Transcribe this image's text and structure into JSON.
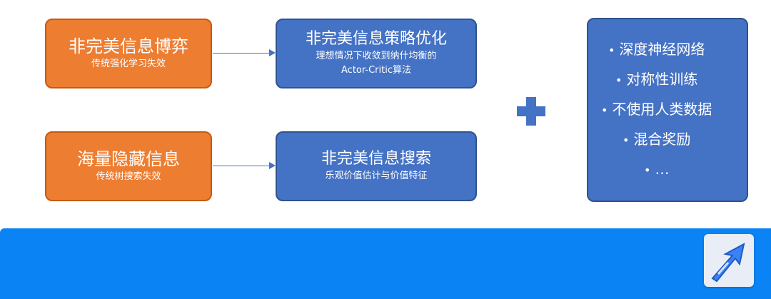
{
  "left_top": {
    "title": "非完美信息博弈",
    "subtitle": "传统强化学习失效"
  },
  "left_bottom": {
    "title": "海量隐藏信息",
    "subtitle": "传统树搜索失效"
  },
  "mid_top": {
    "title": "非完美信息策略优化",
    "line1": "理想情况下收敛到纳什均衡的",
    "line2": "Actor-Critic算法"
  },
  "mid_bottom": {
    "title": "非完美信息搜索",
    "subtitle": "乐观价值估计与价值特征"
  },
  "right_list": {
    "bullet": "•",
    "items": [
      "深度神经网络",
      "对称性训练",
      "不使用人类数据",
      "混合奖励",
      "…"
    ]
  },
  "colors": {
    "orange": "#ed7d31",
    "blue": "#4472c4",
    "banner": "#0a84f5"
  },
  "icons": [
    "plus-icon",
    "logo-icon"
  ]
}
